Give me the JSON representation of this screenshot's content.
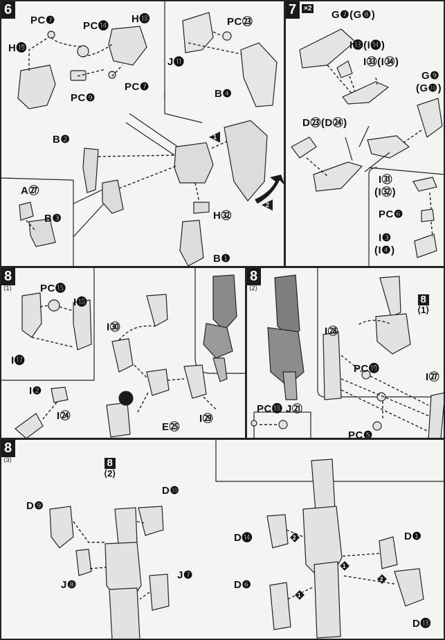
{
  "colors": {
    "ink": "#1a1a1a",
    "paper": "#f4f4f2",
    "part_fill": "#d9d9d9",
    "part_dark": "#555555"
  },
  "step6": {
    "number": "6",
    "labels": {
      "pc7a": "PC❼",
      "pc14": "PC⓮",
      "h18": "H⓲",
      "h19": "H⓳",
      "pc9": "PC❾",
      "pc7b": "PC❼",
      "pc23": "PC㉓",
      "j11": "J⓫",
      "b4": "B❹",
      "b2": "B❷",
      "a27": "A㉗",
      "b3": "B❸",
      "h32": "H㉜",
      "b1": "B❶"
    },
    "order": [
      "1",
      "2"
    ]
  },
  "step7": {
    "number": "7",
    "multiplier": "×2",
    "labels": {
      "g7": "G❼(G❽)",
      "i13": "I⓭(I⓮)",
      "i33": "I㉝(I㉞)",
      "g9": "G❾",
      "g10": "(G❿)",
      "d23": "D㉓(D㉔)",
      "i31": "I㉛",
      "i32": "(I㉜)",
      "pc6": "PC❻",
      "i3": "I❸",
      "i4": "(I❹)"
    }
  },
  "step8_1": {
    "number": "8",
    "sub": "⟨1⟩",
    "labels": {
      "pc15": "PC⓯",
      "i18": "I⓲",
      "i17": "I⓱",
      "i30": "I㉚",
      "i29": "I㉙",
      "i2": "I❷",
      "i24": "I㉔",
      "e25": "E㉕"
    }
  },
  "step8_2": {
    "number": "8",
    "sub": "⟨2⟩",
    "labels": {
      "i28": "I㉘",
      "pc19": "PC⓳",
      "i27": "I㉗",
      "pc18": "PC⓲",
      "j21": "J㉑",
      "pc5": "PC❺"
    },
    "ref": {
      "number": "8",
      "sub": "⟨1⟩"
    }
  },
  "step8_3": {
    "number": "8",
    "sub": "⟨3⟩",
    "labels": {
      "d9": "D❾",
      "d10": "D❿",
      "j7": "J❼",
      "j8": "J❽",
      "d14": "D⓮",
      "d1": "D❶",
      "d6": "D❻",
      "d13": "D⓭"
    },
    "ref": {
      "number": "8",
      "sub": "⟨2⟩"
    },
    "order": [
      "1",
      "2"
    ]
  }
}
